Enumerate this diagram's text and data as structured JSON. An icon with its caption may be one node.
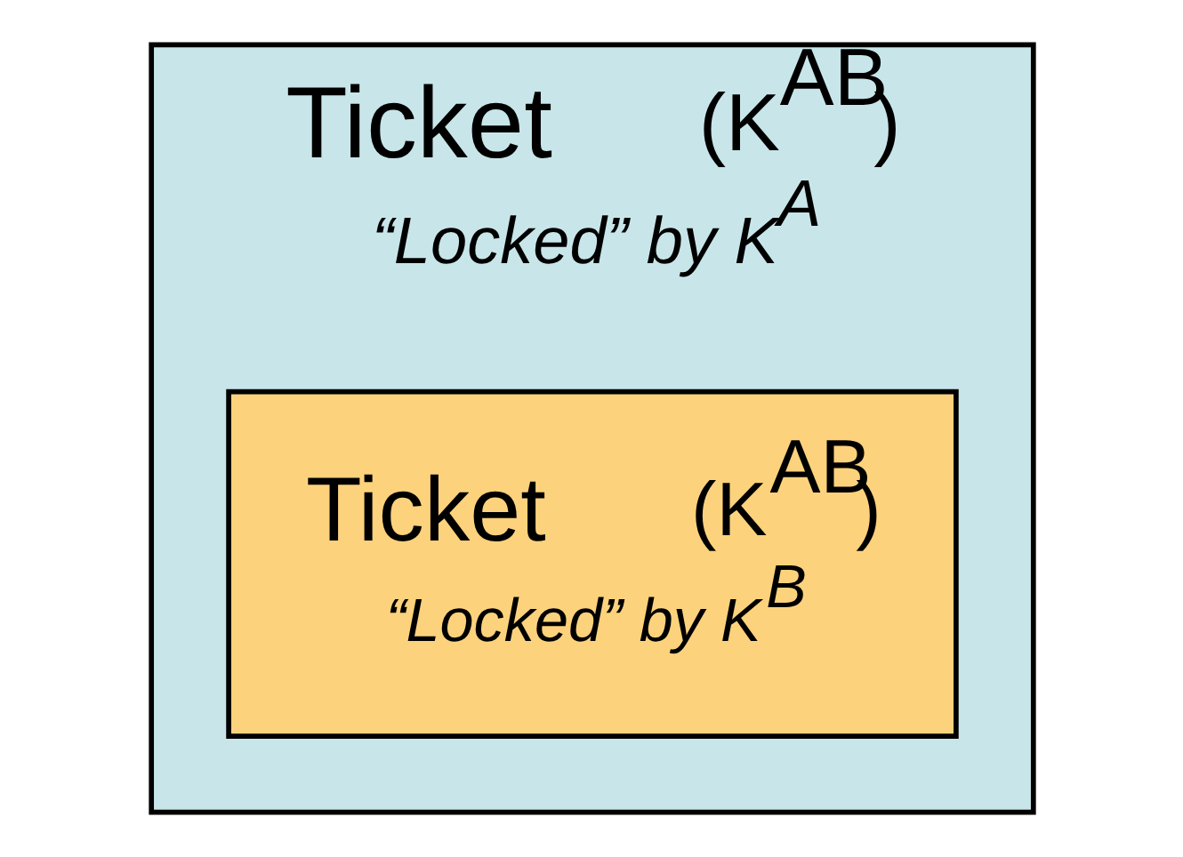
{
  "diagram": {
    "nodes": [
      {
        "text": [
          "Ticket",
          "(K$^{AB}$)",
          "“Locked” by K$^{A}$"
        ]
      },
      {
        "text": [
          "Ticket",
          "(K$^{AB}$)",
          "“Locked” by K$^{B}$"
        ],
        "in": 0
      }
    ],
    "edges": []
  }
}
